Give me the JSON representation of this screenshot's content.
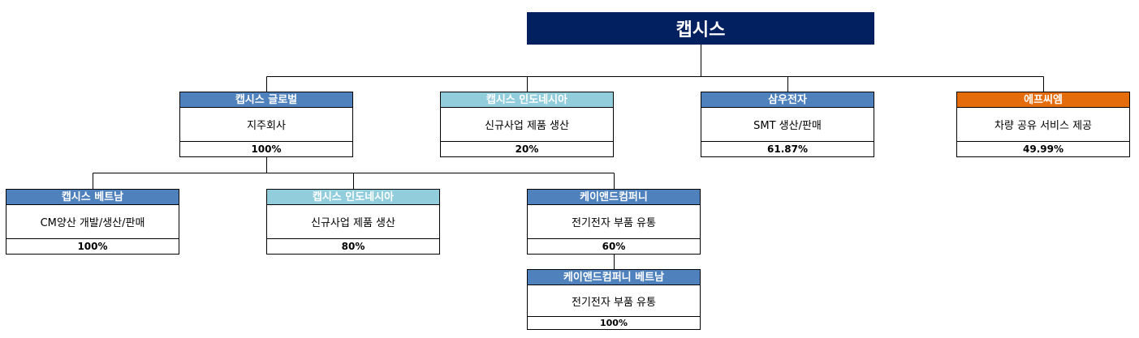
{
  "root": {
    "label": "캡시스"
  },
  "colors": {
    "root": "#022060",
    "blue": "#4F81BD",
    "light_blue": "#92CDDC",
    "orange": "#E46C0A"
  },
  "level1": [
    {
      "id": "capsys-global",
      "name": "캡시스 글로벌",
      "desc": "지주회사",
      "pct": "100%",
      "color": "blue"
    },
    {
      "id": "capsys-indonesia-1",
      "name": "캡시스 인도네시아",
      "desc": "신규사업 제품 생산",
      "pct": "20%",
      "color": "light_blue"
    },
    {
      "id": "samwoo",
      "name": "삼우전자",
      "desc": "SMT 생산/판매",
      "pct": "61.87%",
      "color": "blue"
    },
    {
      "id": "fcm",
      "name": "에프씨엠",
      "desc": "차량 공유 서비스 제공",
      "pct": "49.99%",
      "color": "orange"
    }
  ],
  "level2": [
    {
      "id": "capsys-vietnam",
      "name": "캡시스 베트남",
      "desc": "CM양산 개발/생산/판매",
      "pct": "100%",
      "color": "blue"
    },
    {
      "id": "capsys-indonesia-2",
      "name": "캡시스 인도네시아",
      "desc": "신규사업 제품 생산",
      "pct": "80%",
      "color": "light_blue"
    },
    {
      "id": "kandcompany",
      "name": "케이앤드컴퍼니",
      "desc": "전기전자 부품 유통",
      "pct": "60%",
      "color": "blue"
    }
  ],
  "level3": [
    {
      "id": "kandcompany-vietnam",
      "name": "케이앤드컴퍼니 베트남",
      "desc": "전기전자 부품 유통",
      "pct": "100%",
      "color": "blue"
    }
  ]
}
